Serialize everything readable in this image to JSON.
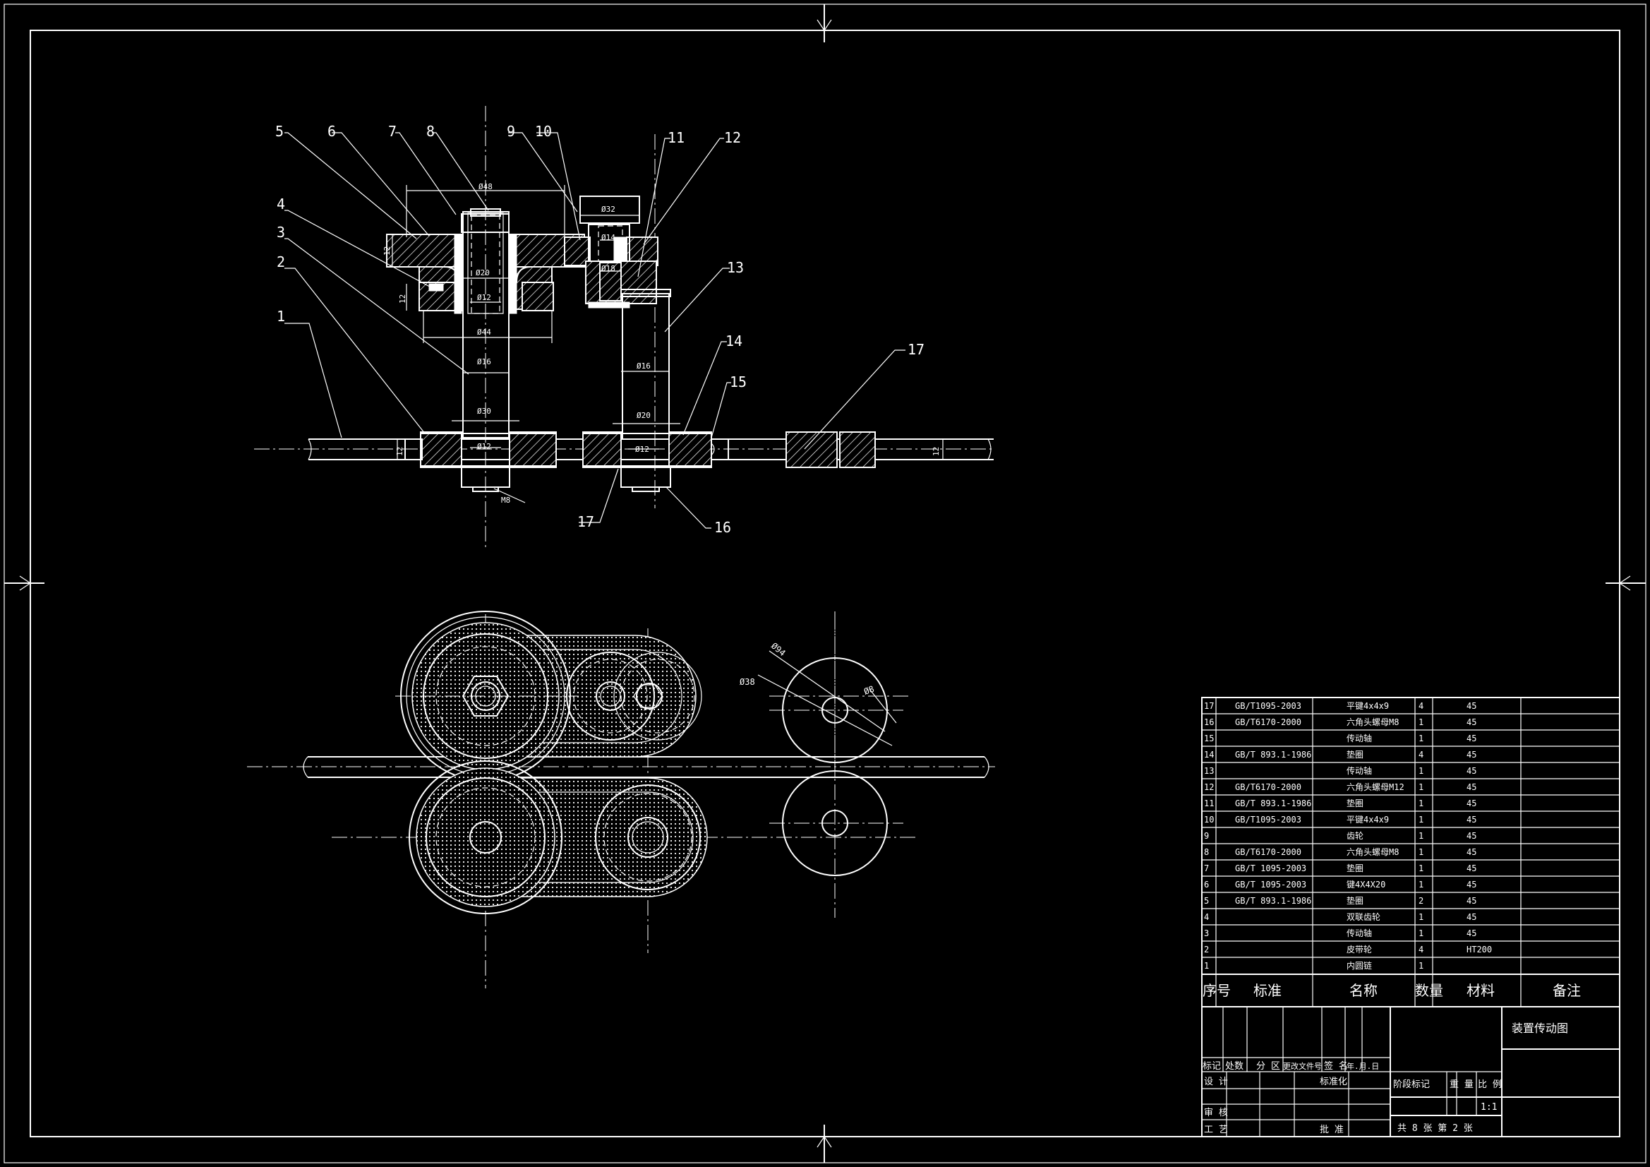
{
  "colors": {
    "background": "#000000",
    "line": "#ffffff"
  },
  "balloons": [
    "1",
    "2",
    "3",
    "4",
    "5",
    "6",
    "7",
    "8",
    "9",
    "10",
    "11",
    "12",
    "13",
    "14",
    "15",
    "16",
    "17",
    "17"
  ],
  "dims": {
    "d48": "Ø48",
    "d32": "Ø32",
    "d14": "Ø14",
    "d18": "Ø18",
    "d20a": "Ø20",
    "d12a": "Ø12",
    "d44": "Ø44",
    "d16a": "Ø16",
    "d30a": "Ø30",
    "d12b": "Ø12",
    "d16b": "Ø16",
    "d20b": "Ø20",
    "d12c": "Ø12",
    "m8": "M8",
    "h12a": "12",
    "h12b": "12",
    "h12c": "12",
    "h12d": "12",
    "d94": "Ø94",
    "d38": "Ø38",
    "d8": "Ø8"
  },
  "bom": {
    "rows": [
      {
        "no": "17",
        "std": "GB/T1095-2003",
        "name": "平键4x4x9",
        "qty": "4",
        "mat": "45"
      },
      {
        "no": "16",
        "std": "GB/T6170-2000",
        "name": "六角头螺母M8",
        "qty": "1",
        "mat": "45"
      },
      {
        "no": "15",
        "std": "",
        "name": "传动轴",
        "qty": "1",
        "mat": "45"
      },
      {
        "no": "14",
        "std": "GB/T 893.1-1986",
        "name": "垫圈",
        "qty": "4",
        "mat": "45"
      },
      {
        "no": "13",
        "std": "",
        "name": "传动轴",
        "qty": "1",
        "mat": "45"
      },
      {
        "no": "12",
        "std": "GB/T6170-2000",
        "name": "六角头螺母M12",
        "qty": "1",
        "mat": "45"
      },
      {
        "no": "11",
        "std": "GB/T 893.1-1986",
        "name": "垫圈",
        "qty": "1",
        "mat": "45"
      },
      {
        "no": "10",
        "std": "GB/T1095-2003",
        "name": "平键4x4x9",
        "qty": "1",
        "mat": "45"
      },
      {
        "no": "9",
        "std": "",
        "name": "齿轮",
        "qty": "1",
        "mat": "45"
      },
      {
        "no": "8",
        "std": "GB/T6170-2000",
        "name": "六角头螺母M8",
        "qty": "1",
        "mat": "45"
      },
      {
        "no": "7",
        "std": "GB/T 1095-2003",
        "name": "垫圈",
        "qty": "1",
        "mat": "45"
      },
      {
        "no": "6",
        "std": "GB/T 1095-2003",
        "name": "键4X4X20",
        "qty": "1",
        "mat": "45"
      },
      {
        "no": "5",
        "std": "GB/T 893.1-1986",
        "name": "垫圈",
        "qty": "2",
        "mat": "45"
      },
      {
        "no": "4",
        "std": "",
        "name": "双联齿轮",
        "qty": "1",
        "mat": "45"
      },
      {
        "no": "3",
        "std": "",
        "name": "传动轴",
        "qty": "1",
        "mat": "45"
      },
      {
        "no": "2",
        "std": "",
        "name": "皮带轮",
        "qty": "4",
        "mat": "HT200"
      },
      {
        "no": "1",
        "std": "",
        "name": "内圆链",
        "qty": "1",
        "mat": ""
      }
    ],
    "header": {
      "no": "序号",
      "std": "标准",
      "name": "名称",
      "qty": "数量",
      "mat": "材料",
      "note": "备注"
    }
  },
  "titleblock": {
    "drawing_name": "装置传动图",
    "mark": "标记",
    "count": "处数",
    "zone": "分 区",
    "docno": "更改文件号",
    "sign": "签 名",
    "date": "年.月.日",
    "design": "设 计",
    "standardize": "标准化",
    "stage": "阶段标记",
    "weight": "重 量",
    "scale_label": "比 例",
    "scale": "1:1",
    "review": "审 核",
    "process": "工 艺",
    "approve": "批 准",
    "sheets": "共 8 张  第 2 张"
  }
}
